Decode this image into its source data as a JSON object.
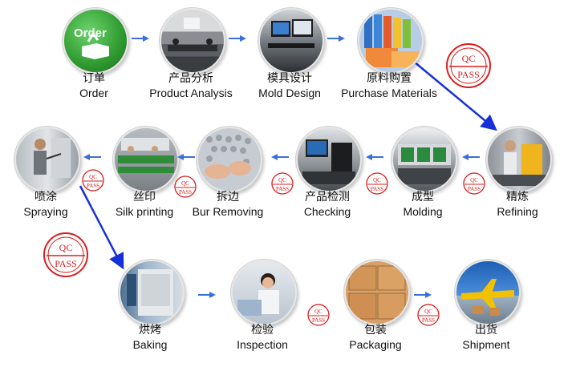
{
  "steps": [
    {
      "cn": "订单",
      "en": "Order",
      "picture": "order-key-icon",
      "badge_text": "Order"
    },
    {
      "cn": "产品分析",
      "en": "Product Analysis",
      "picture": "meeting-room-photo"
    },
    {
      "cn": "模具设计",
      "en": "Mold Design",
      "picture": "computer-workstation-photo"
    },
    {
      "cn": "原料购置",
      "en": "Purchase Materials",
      "picture": "color-material-sheets-photo"
    },
    {
      "cn": "精炼",
      "en": "Refining",
      "picture": "refining-worker-photo"
    },
    {
      "cn": "成型",
      "en": "Molding",
      "picture": "molding-machine-photo"
    },
    {
      "cn": "产品检测",
      "en": "Checking",
      "picture": "measuring-instrument-photo"
    },
    {
      "cn": "拆边",
      "en": "Bur Removing",
      "picture": "bur-removing-hands-photo"
    },
    {
      "cn": "丝印",
      "en": "Silk printing",
      "picture": "silk-printing-line-photo"
    },
    {
      "cn": "喷涂",
      "en": "Spraying",
      "picture": "spraying-worker-photo"
    },
    {
      "cn": "烘烤",
      "en": "Baking",
      "picture": "baking-oven-photo"
    },
    {
      "cn": "检验",
      "en": "Inspection",
      "picture": "inspection-worker-photo"
    },
    {
      "cn": "包装",
      "en": "Packaging",
      "picture": "cardboard-boxes-photo"
    },
    {
      "cn": "出货",
      "en": "Shipment",
      "picture": "cargo-airplane-photo"
    }
  ],
  "stamp": {
    "top": "QC",
    "bottom": "PASS",
    "color": "#d81e1e"
  },
  "colors": {
    "flow_arrow": "#1530d8",
    "small_arrow": "#3a6fd8",
    "order_green": "#2f9a2f"
  }
}
